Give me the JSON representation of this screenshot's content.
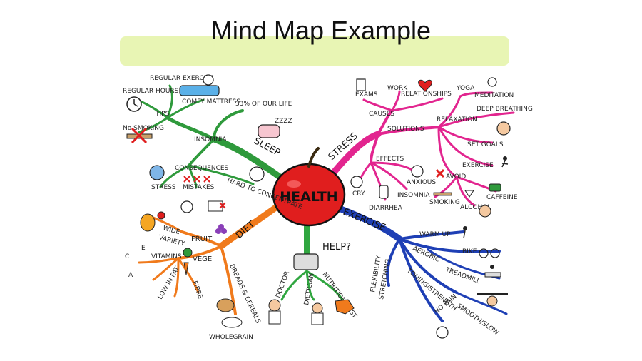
{
  "title": "Mind Map Example",
  "center": "HEALTH",
  "colors": {
    "sleep": "#2f9a3c",
    "stress": "#e2258f",
    "exercise": "#1e3fb5",
    "help": "#30a640",
    "diet": "#f07a1c",
    "apple": "#e01e1e"
  },
  "branches": {
    "sleep": {
      "label": "SLEEP",
      "percent": "33% OF OUR LIFE",
      "zzz": "ZZZZ",
      "insomnia": "INSOMNIA",
      "tips": "TIPS",
      "regular_exercise": "REGULAR EXERCISE",
      "regular_hours": "REGULAR HOURS",
      "comfy_mattress": "COMFY MATTRESS",
      "no_smoking": "No SMOKING",
      "consequences": "CONSEQUENCES",
      "stress": "STRESS",
      "mistakes": "MISTAKES",
      "hard_to_concentrate": "HARD TO CONCENTRATE"
    },
    "stress": {
      "label": "STRESS",
      "causes": "CAUSES",
      "exams": "EXAMS",
      "work": "WORK",
      "relationships": "RELATIONSHIPS",
      "solutions": "SOLUTIONS",
      "yoga": "YOGA",
      "meditation": "MEDITATION",
      "relaxation": "RELAXATION",
      "deep_breathing": "DEEP BREATHING",
      "set_goals": "SET GOALS",
      "exercise": "EXERCISE",
      "avoid": "AVOID",
      "caffeine": "CAFFEINE",
      "alcohol": "ALCOHOL",
      "smoking": "SMOKING",
      "effects": "EFFECTS",
      "cry": "CRY",
      "diarrhea": "DIARRHEA",
      "insomnia": "INSOMNIA",
      "anxious": "ANXIOUS"
    },
    "exercise": {
      "label": "EXERCISE",
      "warm_up": "WARM UP",
      "aerobic": "AEROBIC",
      "bike": "BIKE",
      "treadmill": "TREADMILL",
      "toning": "TONING/STRENGTH",
      "smooth_slow": "SMOOTH/SLOW",
      "no_pain": "NO PAIN",
      "stretching": "STRETCHING",
      "flexibility": "FLEXIBILITY"
    },
    "help": {
      "label": "HELP?",
      "doctor": "DOCTOR",
      "dietician": "DIETICIAN",
      "nutrition": "NUTRITION AUST"
    },
    "diet": {
      "label": "DIET",
      "fruit": "FRUIT",
      "wide": "WIDE",
      "variety": "VARIETY",
      "vege": "VEGE",
      "vitamins": "VITAMINS",
      "c": "C",
      "e": "E",
      "a": "A",
      "low_in_fat": "LOW IN FAT",
      "fibre": "FIBRE",
      "breads": "BREADS & CEREALS",
      "wholegrain": "WHOLEGRAIN"
    }
  }
}
